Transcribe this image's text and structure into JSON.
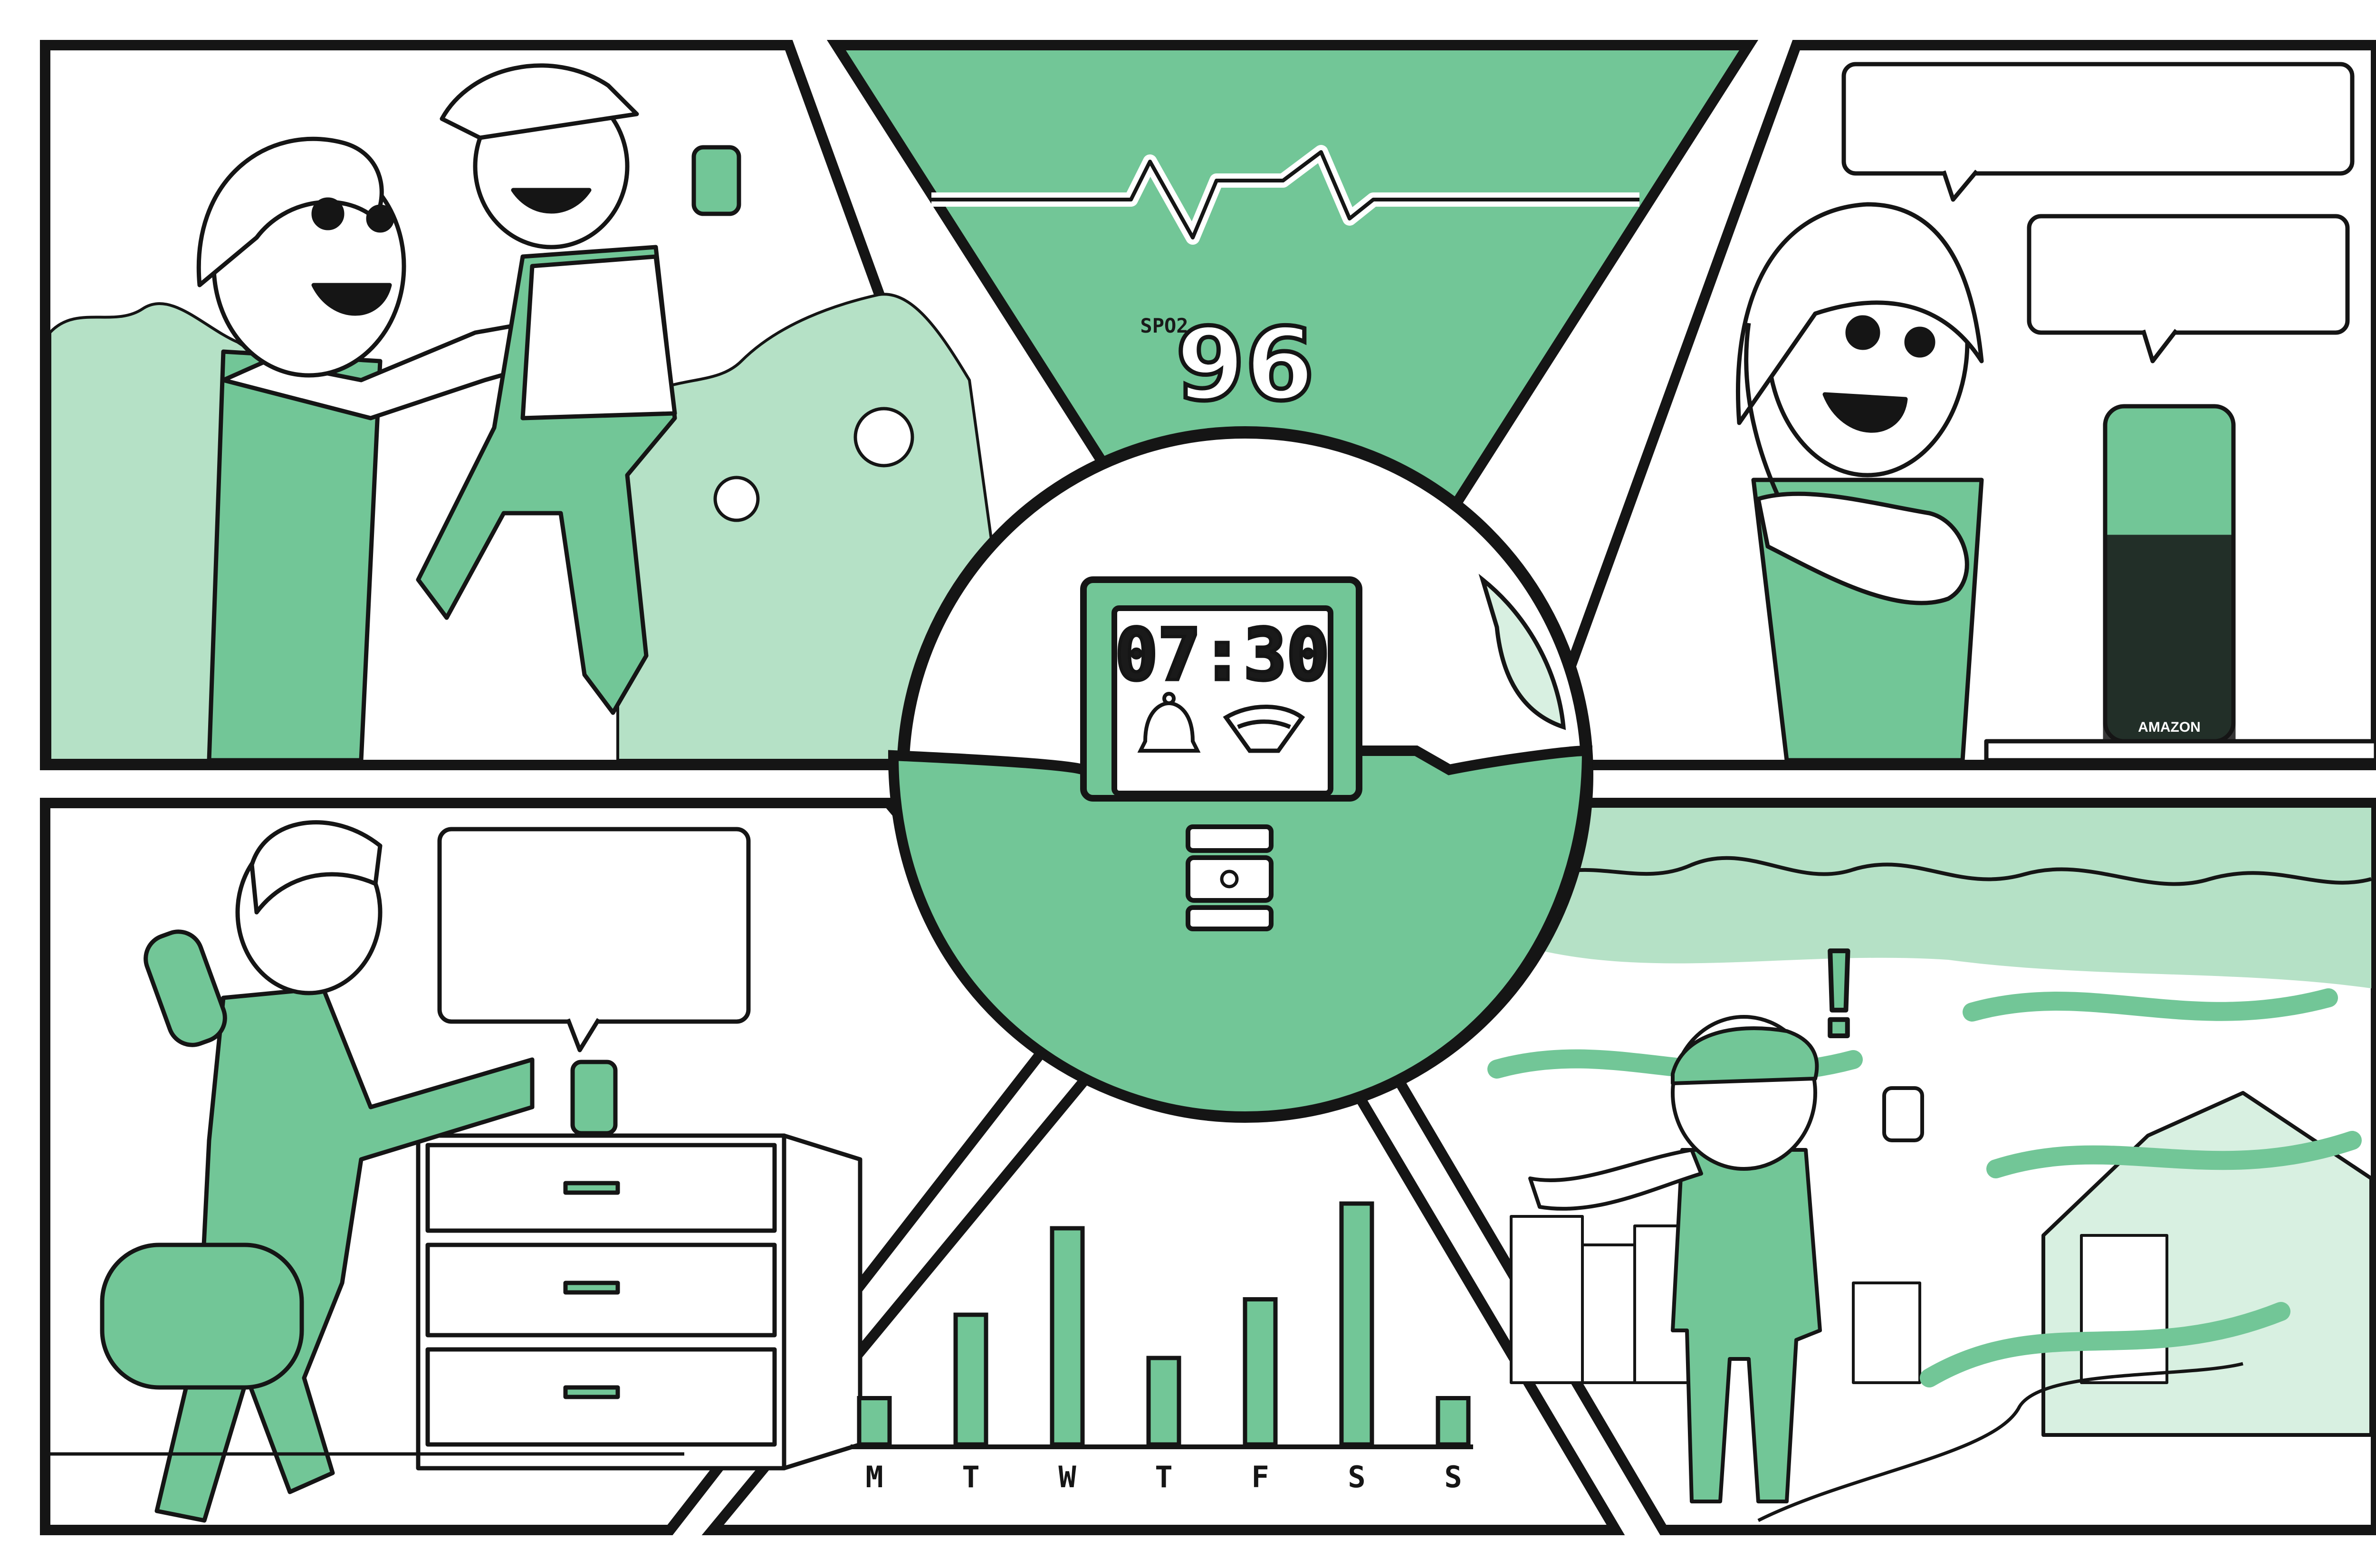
{
  "palette": {
    "background": "#ffffff",
    "ink": "#151515",
    "green": "#72c697",
    "green_light": "#b5e1c6",
    "green_pale": "#d8f0e1",
    "green_dark": "#4fa877"
  },
  "center_device": {
    "clock_time": "07:30",
    "icons": [
      "bell-icon",
      "wifi-signal-icon"
    ],
    "buttons": [
      "up-arrow-button",
      "center-button",
      "down-arrow-button"
    ]
  },
  "vitals_panel": {
    "spo2_label": "SPO2",
    "spo2_value": "96",
    "waveform_icon": "heartbeat-waveform-icon"
  },
  "smart_speaker": {
    "brand_label": "AMAZON"
  },
  "weather_panel": {
    "alert_symbol": "!"
  },
  "chart_data": {
    "type": "bar",
    "categories": [
      "M",
      "T",
      "W",
      "T",
      "F",
      "S",
      "S"
    ],
    "values": [
      1.5,
      4.2,
      7.0,
      2.8,
      4.7,
      7.8,
      1.5
    ],
    "ylim": [
      0,
      8
    ],
    "grid": false,
    "bar_color": "#72c697"
  }
}
